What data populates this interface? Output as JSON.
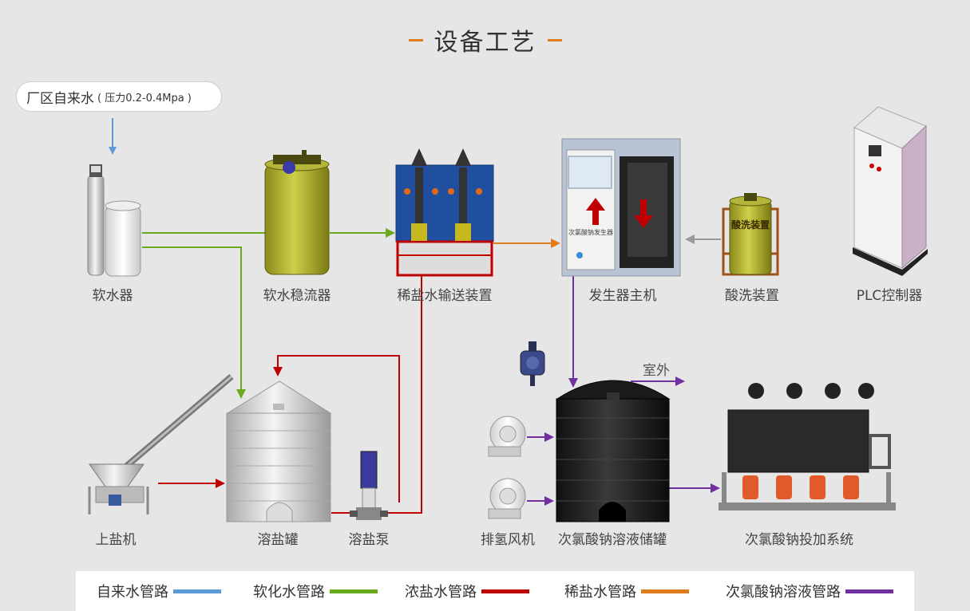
{
  "title": "设备工艺",
  "source": {
    "label": "厂区自来水",
    "note": "( 压力0.2-0.4Mpa )"
  },
  "labels": {
    "softener": "软水器",
    "stabilizer": "软水稳流器",
    "brine_delivery": "稀盐水输送装置",
    "generator": "发生器主机",
    "acid_wash": "酸洗装置",
    "plc": "PLC控制器",
    "salt_loader": "上盐机",
    "salt_tank": "溶盐罐",
    "salt_pump": "溶盐泵",
    "fan": "排氢风机",
    "storage_tank": "次氯酸钠溶液储罐",
    "dosing_system": "次氯酸钠投加系统",
    "outdoor": "室外"
  },
  "equipment_text": {
    "generator_panel": "次氯酸钠发生器",
    "acid_tank": "酸洗装置"
  },
  "legend": [
    {
      "label": "自来水管路",
      "color": "#5b9bd5"
    },
    {
      "label": "软化水管路",
      "color": "#6aaa1e"
    },
    {
      "label": "浓盐水管路",
      "color": "#c00000"
    },
    {
      "label": "稀盐水管路",
      "color": "#e07b1a"
    },
    {
      "label": "次氯酸钠溶液管路",
      "color": "#7030a0"
    }
  ]
}
